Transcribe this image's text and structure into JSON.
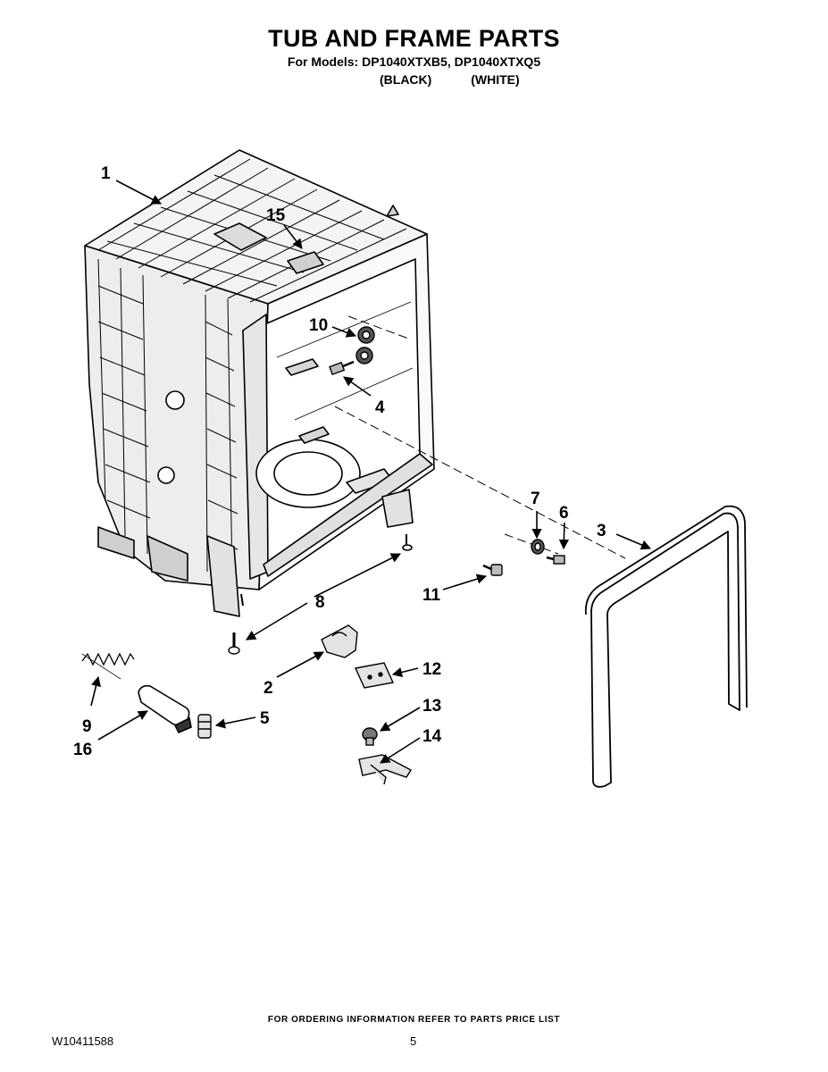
{
  "header": {
    "title": "TUB AND FRAME PARTS",
    "models_line": "For Models: DP1040XTXB5, DP1040XTXQ5",
    "color_1": "(BLACK)",
    "color_2": "(WHITE)"
  },
  "callouts": {
    "c1": "1",
    "c2": "2",
    "c3": "3",
    "c4": "4",
    "c5": "5",
    "c6": "6",
    "c7": "7",
    "c8": "8",
    "c9": "9",
    "c10": "10",
    "c11": "11",
    "c12": "12",
    "c13": "13",
    "c14": "14",
    "c15": "15",
    "c16": "16"
  },
  "footer": {
    "ordering_note": "FOR ORDERING INFORMATION REFER TO PARTS PRICE LIST",
    "document_number": "W10411588",
    "page_number": "5"
  }
}
